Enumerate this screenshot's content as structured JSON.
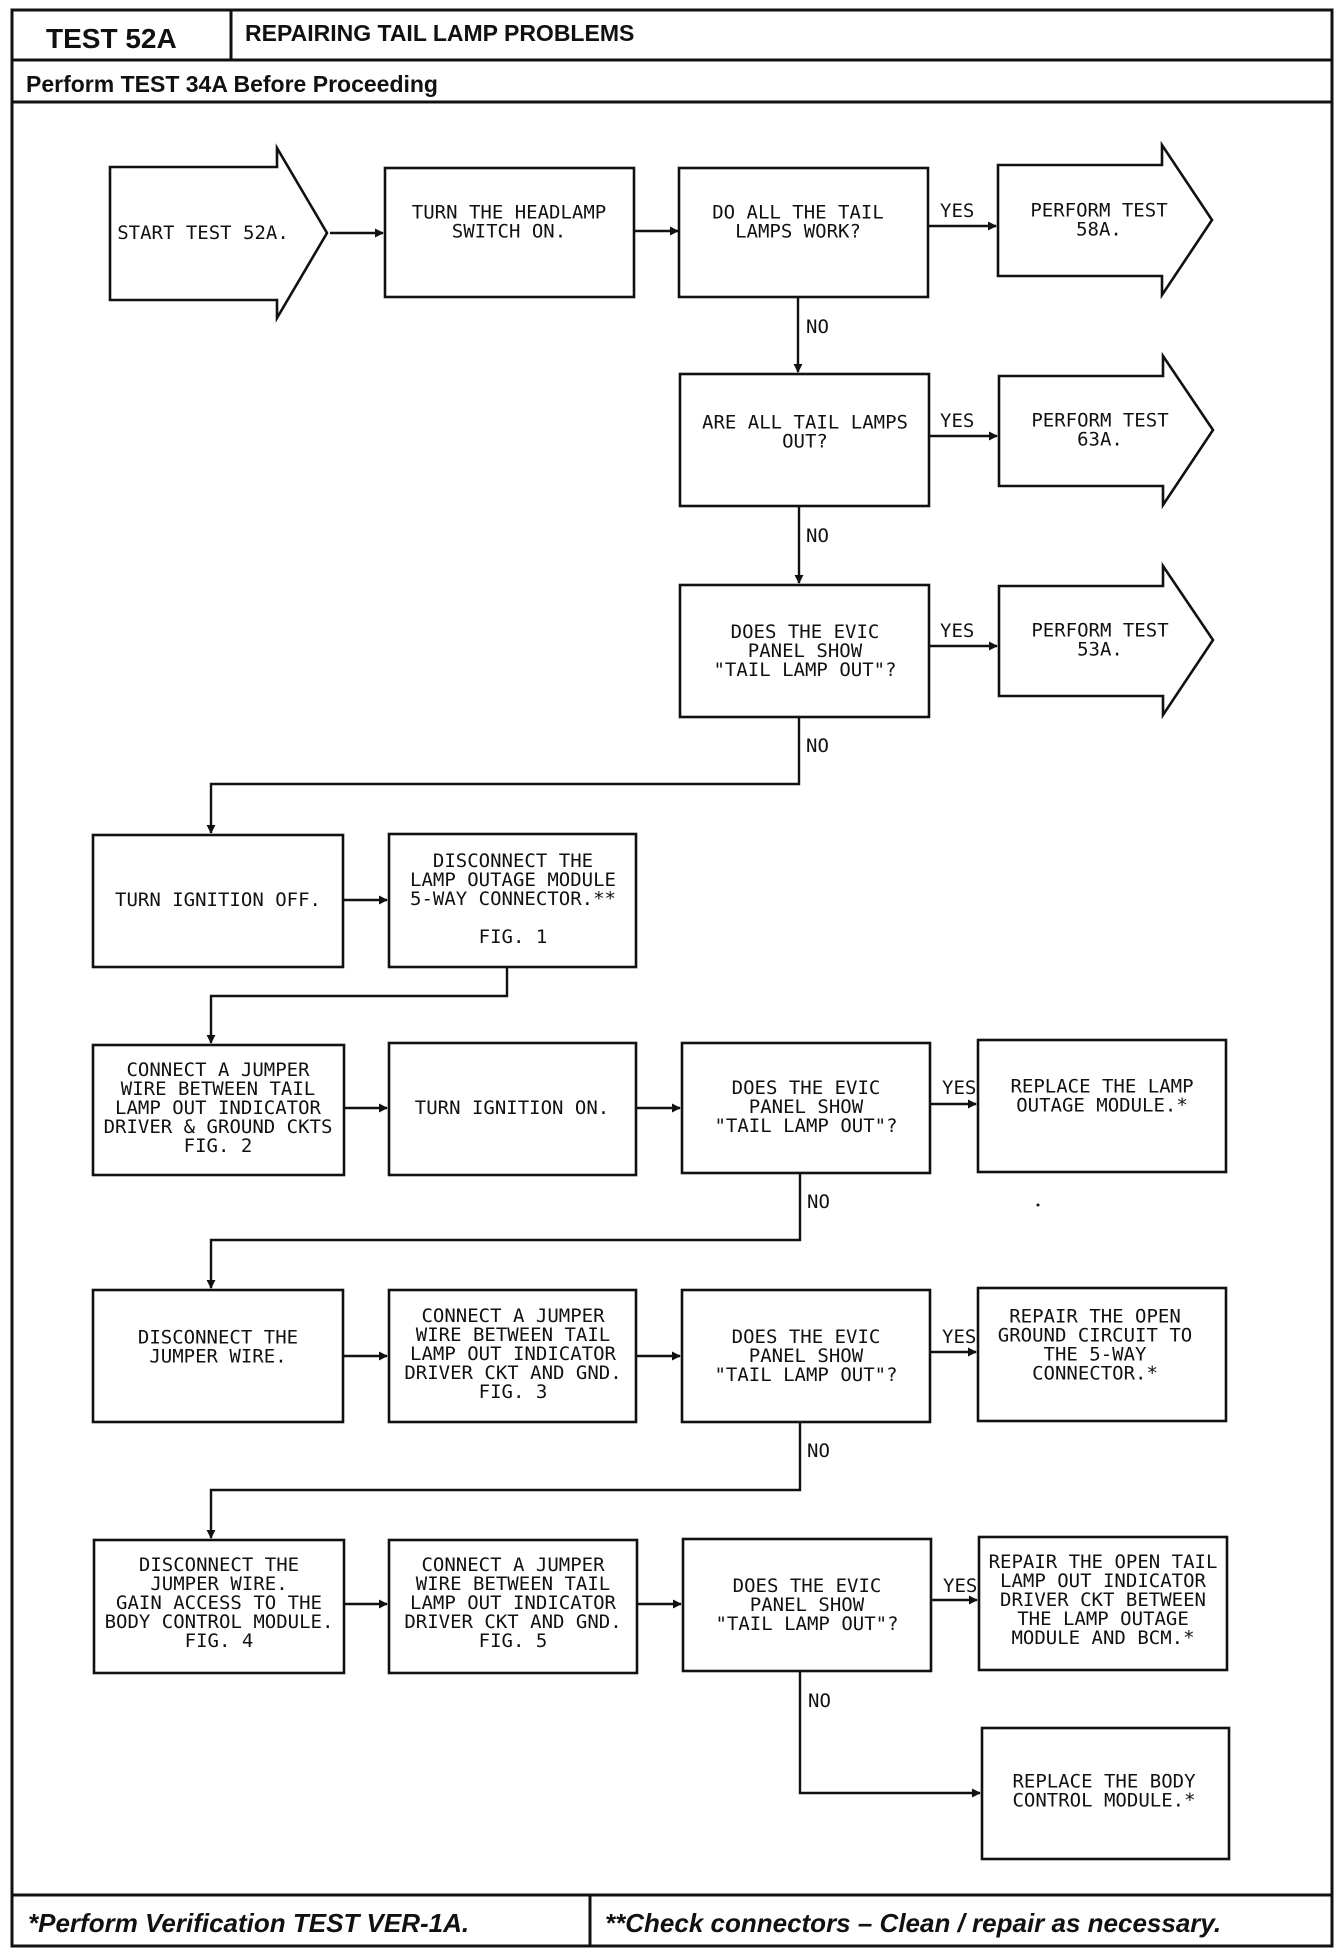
{
  "header": {
    "test_id": "TEST 52A",
    "title": "REPAIRING TAIL LAMP PROBLEMS",
    "prerequisite": "Perform TEST 34A Before Proceeding"
  },
  "footer": {
    "note_single": "*Perform Verification TEST VER-1A.",
    "note_double": "**Check connectors – Clean / repair as necessary."
  },
  "labels": {
    "yes": "YES",
    "no": "NO"
  },
  "nodes": {
    "start": [
      "START TEST 52A."
    ],
    "headlamp_on": [
      "TURN THE HEADLAMP",
      "SWITCH ON."
    ],
    "q_all_work": [
      "DO ALL THE TAIL",
      "LAMPS WORK?"
    ],
    "perform_58a": [
      "PERFORM TEST",
      "58A."
    ],
    "q_all_out": [
      "ARE ALL TAIL LAMPS",
      "OUT?"
    ],
    "perform_63a": [
      "PERFORM TEST",
      "63A."
    ],
    "q_evic_1": [
      "DOES THE EVIC",
      "PANEL SHOW",
      "\"TAIL LAMP OUT\"?"
    ],
    "perform_53a": [
      "PERFORM TEST",
      "53A."
    ],
    "ignition_off": [
      "TURN IGNITION OFF."
    ],
    "disconnect_5way": [
      "DISCONNECT THE",
      "LAMP OUTAGE MODULE",
      "5-WAY CONNECTOR.**",
      "",
      "FIG. 1"
    ],
    "jumper_ground": [
      "CONNECT A JUMPER",
      "WIRE BETWEEN TAIL",
      "LAMP OUT INDICATOR",
      "DRIVER & GROUND CKTS",
      "FIG. 2"
    ],
    "ignition_on": [
      "TURN IGNITION ON."
    ],
    "q_evic_2": [
      "DOES THE EVIC",
      "PANEL SHOW",
      "\"TAIL LAMP OUT\"?"
    ],
    "replace_lamp_mod": [
      "REPLACE THE LAMP",
      "OUTAGE MODULE.*"
    ],
    "disconnect_jumper": [
      "DISCONNECT THE",
      "JUMPER WIRE."
    ],
    "jumper_gnd_fig3": [
      "CONNECT A JUMPER",
      "WIRE BETWEEN TAIL",
      "LAMP OUT INDICATOR",
      "DRIVER CKT AND GND.",
      "FIG. 3"
    ],
    "q_evic_3": [
      "DOES THE EVIC",
      "PANEL SHOW",
      "\"TAIL LAMP OUT\"?"
    ],
    "repair_ground": [
      "REPAIR THE OPEN",
      "GROUND CIRCUIT TO",
      "THE 5-WAY",
      "CONNECTOR.*"
    ],
    "disconnect_bcm": [
      "DISCONNECT THE",
      "JUMPER WIRE.",
      "GAIN ACCESS TO THE",
      "BODY CONTROL MODULE.",
      "FIG. 4"
    ],
    "jumper_gnd_fig5": [
      "CONNECT A JUMPER",
      "WIRE BETWEEN TAIL",
      "LAMP OUT INDICATOR",
      "DRIVER CKT AND GND.",
      "FIG. 5"
    ],
    "q_evic_4": [
      "DOES THE EVIC",
      "PANEL SHOW",
      "\"TAIL LAMP OUT\"?"
    ],
    "repair_driver": [
      "REPAIR THE OPEN TAIL",
      "LAMP OUT INDICATOR",
      "DRIVER CKT BETWEEN",
      "THE LAMP OUTAGE",
      "MODULE AND BCM.*"
    ],
    "replace_bcm": [
      "REPLACE THE BODY",
      "CONTROL MODULE.*"
    ]
  }
}
